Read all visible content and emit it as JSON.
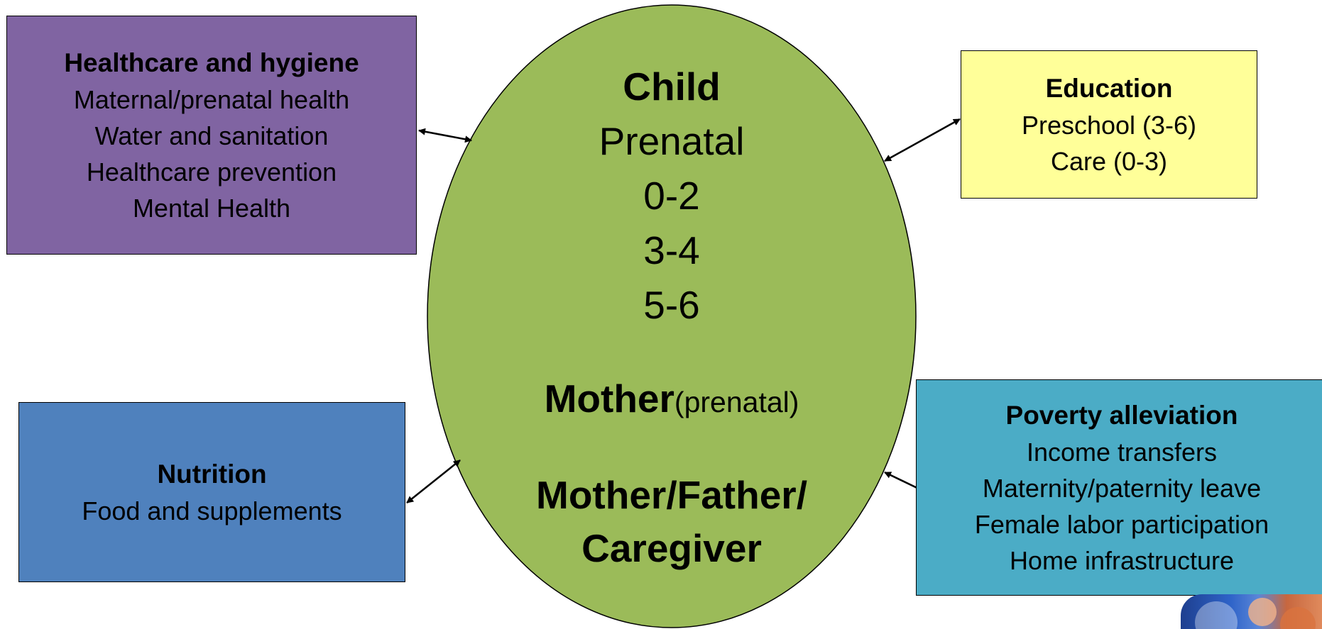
{
  "diagram": {
    "center": {
      "child_label": "Child",
      "stages": [
        "Prenatal",
        "0-2",
        "3-4",
        "5-6"
      ],
      "mother_label": "Mother",
      "mother_note": "(prenatal)",
      "caregiver_line1": "Mother/Father/",
      "caregiver_line2": "Caregiver",
      "fill_color": "#9bbb59"
    },
    "boxes": {
      "health": {
        "title": "Healthcare and hygiene",
        "items": [
          "Maternal/prenatal health",
          "Water and sanitation",
          "Healthcare prevention",
          "Mental Health"
        ],
        "color": "#8064a2"
      },
      "education": {
        "title": "Education",
        "items": [
          "Preschool (3-6)",
          "Care (0-3)"
        ],
        "color": "#ffff99"
      },
      "nutrition": {
        "title": "Nutrition",
        "items": [
          "Food and supplements"
        ],
        "color": "#4f81bd"
      },
      "poverty": {
        "title": "Poverty alleviation",
        "items": [
          "Income transfers",
          "Maternity/paternity leave",
          "Female labor participation",
          "Home infrastructure"
        ],
        "color": "#4bacc6"
      }
    }
  }
}
